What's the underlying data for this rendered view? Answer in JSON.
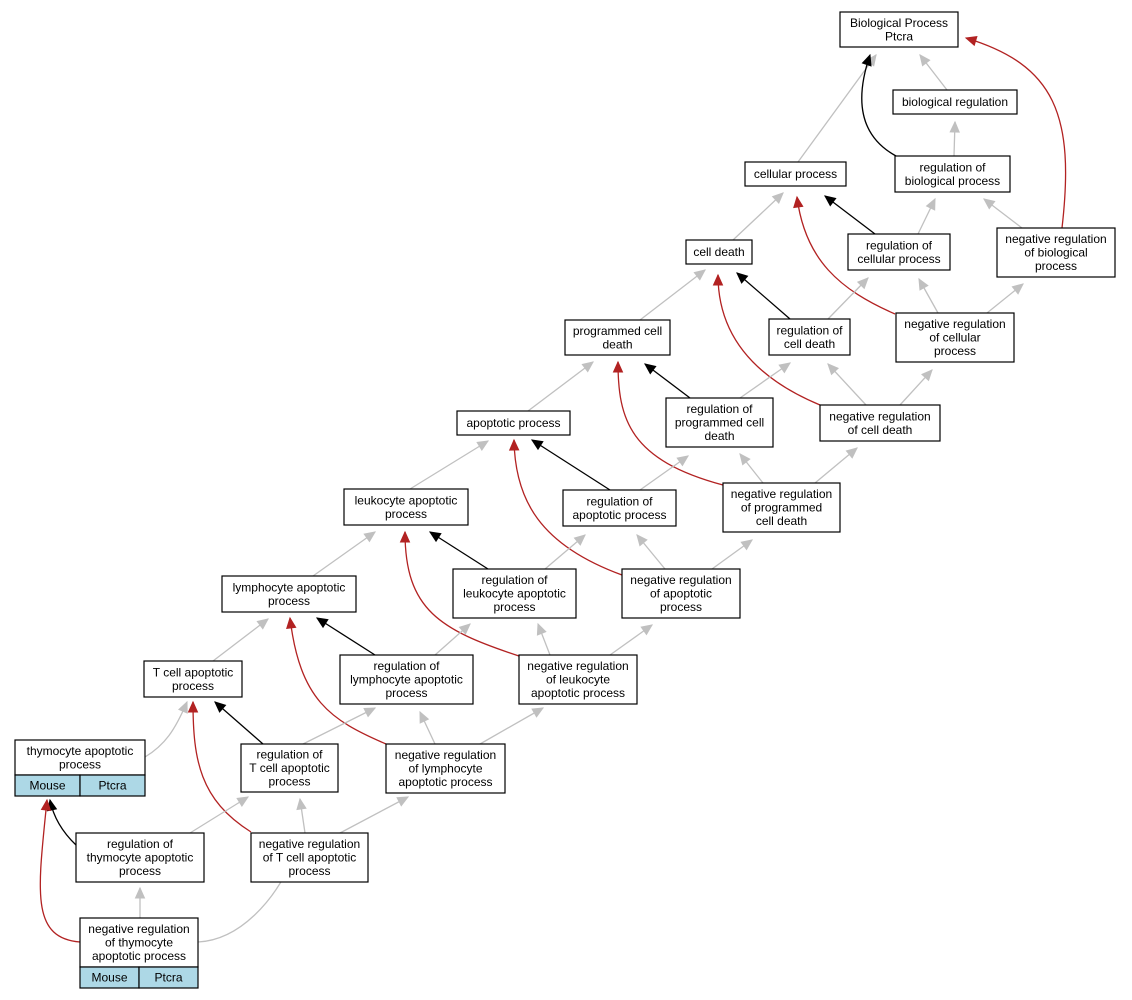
{
  "graph": {
    "colors": {
      "is_a": "#c0c0c0",
      "regulates": "#000000",
      "negatively_regulates": "#b22222",
      "annotation_fill": "#add8e6"
    },
    "nodes": [
      {
        "id": "bp",
        "lines": [
          "Biological Process",
          "Ptcra"
        ]
      },
      {
        "id": "bioreg",
        "lines": [
          "biological regulation"
        ]
      },
      {
        "id": "cellproc",
        "lines": [
          "cellular process"
        ]
      },
      {
        "id": "regbio",
        "lines": [
          "regulation of",
          "biological process"
        ]
      },
      {
        "id": "celldeath",
        "lines": [
          "cell death"
        ]
      },
      {
        "id": "regcell",
        "lines": [
          "regulation of",
          "cellular process"
        ]
      },
      {
        "id": "negbio",
        "lines": [
          "negative regulation",
          "of biological",
          "process"
        ]
      },
      {
        "id": "pcd",
        "lines": [
          "programmed cell",
          "death"
        ]
      },
      {
        "id": "regcd",
        "lines": [
          "regulation of",
          "cell death"
        ]
      },
      {
        "id": "negcell",
        "lines": [
          "negative regulation",
          "of cellular",
          "process"
        ]
      },
      {
        "id": "apop",
        "lines": [
          "apoptotic process"
        ]
      },
      {
        "id": "regpcd",
        "lines": [
          "regulation of",
          "programmed cell",
          "death"
        ]
      },
      {
        "id": "negcd",
        "lines": [
          "negative regulation",
          "of cell death"
        ]
      },
      {
        "id": "leuk",
        "lines": [
          "leukocyte apoptotic",
          "process"
        ]
      },
      {
        "id": "regapop",
        "lines": [
          "regulation of",
          "apoptotic process"
        ]
      },
      {
        "id": "negpcd",
        "lines": [
          "negative regulation",
          "of programmed",
          "cell death"
        ]
      },
      {
        "id": "lymph",
        "lines": [
          "lymphocyte apoptotic",
          "process"
        ]
      },
      {
        "id": "regleuk",
        "lines": [
          "regulation of",
          "leukocyte apoptotic",
          "process"
        ]
      },
      {
        "id": "negapop",
        "lines": [
          "negative regulation",
          "of apoptotic",
          "process"
        ]
      },
      {
        "id": "tcell",
        "lines": [
          "T cell apoptotic",
          "process"
        ]
      },
      {
        "id": "reglymph",
        "lines": [
          "regulation of",
          "lymphocyte apoptotic",
          "process"
        ]
      },
      {
        "id": "negleuk",
        "lines": [
          "negative regulation",
          "of leukocyte",
          "apoptotic process"
        ]
      },
      {
        "id": "thymo",
        "lines": [
          "thymocyte apoptotic",
          "process"
        ],
        "annotation": [
          "Mouse",
          "Ptcra"
        ]
      },
      {
        "id": "regtcell",
        "lines": [
          "regulation of",
          "T cell apoptotic",
          "process"
        ]
      },
      {
        "id": "neglymph",
        "lines": [
          "negative regulation",
          "of lymphocyte",
          "apoptotic process"
        ]
      },
      {
        "id": "regthymo",
        "lines": [
          "regulation of",
          "thymocyte apoptotic",
          "process"
        ]
      },
      {
        "id": "negtcell",
        "lines": [
          "negative regulation",
          "of T cell apoptotic",
          "process"
        ]
      },
      {
        "id": "negthymo",
        "lines": [
          "negative regulation",
          "of thymocyte",
          "apoptotic process"
        ],
        "annotation": [
          "Mouse",
          "Ptcra"
        ]
      }
    ],
    "edges": [
      {
        "from": "bioreg",
        "to": "bp",
        "type": "is_a"
      },
      {
        "from": "cellproc",
        "to": "bp",
        "type": "is_a"
      },
      {
        "from": "regbio",
        "to": "bioreg",
        "type": "is_a"
      },
      {
        "from": "regbio",
        "to": "bp",
        "type": "regulates"
      },
      {
        "from": "negbio",
        "to": "bp",
        "type": "negatively_regulates"
      },
      {
        "from": "negbio",
        "to": "regbio",
        "type": "is_a"
      },
      {
        "from": "regcell",
        "to": "regbio",
        "type": "is_a"
      },
      {
        "from": "regcell",
        "to": "cellproc",
        "type": "regulates"
      },
      {
        "from": "celldeath",
        "to": "cellproc",
        "type": "is_a"
      },
      {
        "from": "negcell",
        "to": "regcell",
        "type": "is_a"
      },
      {
        "from": "negcell",
        "to": "negbio",
        "type": "is_a"
      },
      {
        "from": "negcell",
        "to": "cellproc",
        "type": "negatively_regulates"
      },
      {
        "from": "regcd",
        "to": "regcell",
        "type": "is_a"
      },
      {
        "from": "regcd",
        "to": "celldeath",
        "type": "regulates"
      },
      {
        "from": "pcd",
        "to": "celldeath",
        "type": "is_a"
      },
      {
        "from": "negcd",
        "to": "regcd",
        "type": "is_a"
      },
      {
        "from": "negcd",
        "to": "negcell",
        "type": "is_a"
      },
      {
        "from": "negcd",
        "to": "celldeath",
        "type": "negatively_regulates"
      },
      {
        "from": "regpcd",
        "to": "regcd",
        "type": "is_a"
      },
      {
        "from": "regpcd",
        "to": "pcd",
        "type": "regulates"
      },
      {
        "from": "apop",
        "to": "pcd",
        "type": "is_a"
      },
      {
        "from": "negpcd",
        "to": "regpcd",
        "type": "is_a"
      },
      {
        "from": "negpcd",
        "to": "negcd",
        "type": "is_a"
      },
      {
        "from": "negpcd",
        "to": "pcd",
        "type": "negatively_regulates"
      },
      {
        "from": "regapop",
        "to": "regpcd",
        "type": "is_a"
      },
      {
        "from": "regapop",
        "to": "apop",
        "type": "regulates"
      },
      {
        "from": "leuk",
        "to": "apop",
        "type": "is_a"
      },
      {
        "from": "negapop",
        "to": "regapop",
        "type": "is_a"
      },
      {
        "from": "negapop",
        "to": "negpcd",
        "type": "is_a"
      },
      {
        "from": "negapop",
        "to": "apop",
        "type": "negatively_regulates"
      },
      {
        "from": "regleuk",
        "to": "regapop",
        "type": "is_a"
      },
      {
        "from": "regleuk",
        "to": "leuk",
        "type": "regulates"
      },
      {
        "from": "lymph",
        "to": "leuk",
        "type": "is_a"
      },
      {
        "from": "negleuk",
        "to": "regleuk",
        "type": "is_a"
      },
      {
        "from": "negleuk",
        "to": "negapop",
        "type": "is_a"
      },
      {
        "from": "negleuk",
        "to": "leuk",
        "type": "negatively_regulates"
      },
      {
        "from": "reglymph",
        "to": "regleuk",
        "type": "is_a"
      },
      {
        "from": "reglymph",
        "to": "lymph",
        "type": "regulates"
      },
      {
        "from": "tcell",
        "to": "lymph",
        "type": "is_a"
      },
      {
        "from": "neglymph",
        "to": "reglymph",
        "type": "is_a"
      },
      {
        "from": "neglymph",
        "to": "negleuk",
        "type": "is_a"
      },
      {
        "from": "neglymph",
        "to": "lymph",
        "type": "negatively_regulates"
      },
      {
        "from": "regtcell",
        "to": "reglymph",
        "type": "is_a"
      },
      {
        "from": "regtcell",
        "to": "tcell",
        "type": "regulates"
      },
      {
        "from": "thymo",
        "to": "tcell",
        "type": "is_a"
      },
      {
        "from": "negtcell",
        "to": "regtcell",
        "type": "is_a"
      },
      {
        "from": "negtcell",
        "to": "neglymph",
        "type": "is_a"
      },
      {
        "from": "negtcell",
        "to": "tcell",
        "type": "negatively_regulates"
      },
      {
        "from": "regthymo",
        "to": "regtcell",
        "type": "is_a"
      },
      {
        "from": "regthymo",
        "to": "thymo",
        "type": "regulates"
      },
      {
        "from": "negthymo",
        "to": "regthymo",
        "type": "is_a"
      },
      {
        "from": "negthymo",
        "to": "negtcell",
        "type": "is_a"
      },
      {
        "from": "negthymo",
        "to": "thymo",
        "type": "negatively_regulates"
      }
    ]
  }
}
